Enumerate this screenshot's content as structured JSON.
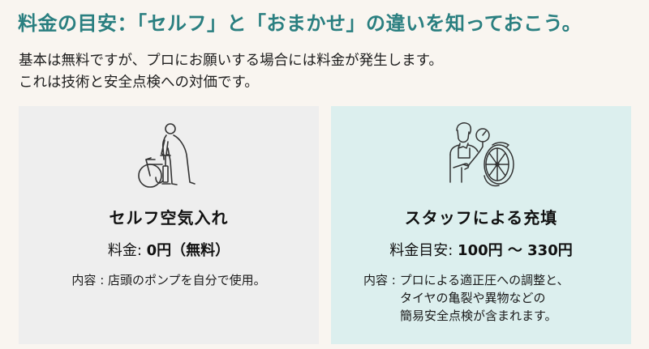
{
  "header": {
    "title": "料金の目安：「セルフ」と「おまかせ」の違いを知っておこう。",
    "title_color": "#2a7f80"
  },
  "intro": {
    "lines": [
      "基本は無料ですが、プロにお願いする場合には料金が発生します。",
      "これは技術と安全点検への対価です。"
    ]
  },
  "cards": [
    {
      "id": "self",
      "icon": "person-pumping-bicycle-icon",
      "heading": "セルフ空気入れ",
      "price_label": "料金: ",
      "price_value": "0円（無料）",
      "desc_lines": [
        "内容 : 店頭のポンプを自分で使用。"
      ],
      "background": "#eeeeee"
    },
    {
      "id": "staff",
      "icon": "mechanic-with-tire-gauge-icon",
      "heading": "スタッフによる充填",
      "price_label": "料金目安: ",
      "price_value": "100円 ～ 330円",
      "desc_lines": [
        "内容 : プロによる適正圧への調整と、",
        "タイヤの亀裂や異物などの",
        "簡易安全点検が含まれます。"
      ],
      "background": "#dcefee"
    }
  ]
}
